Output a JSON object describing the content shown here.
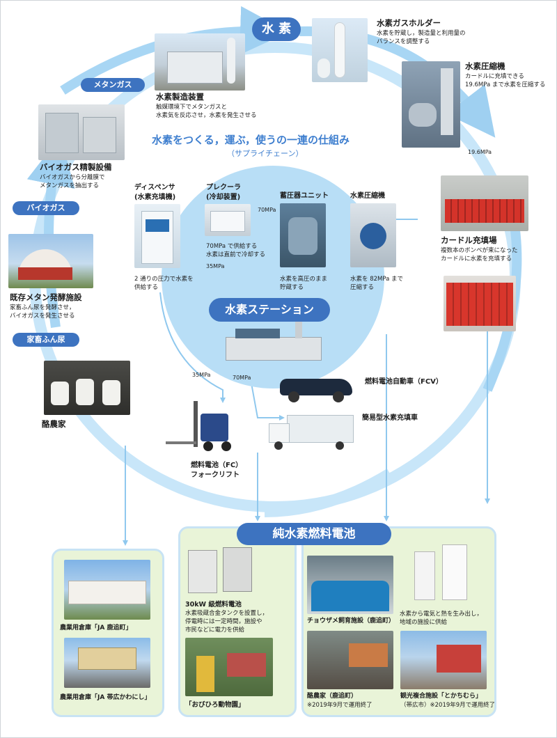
{
  "cycle": {
    "hydrogen_pill": "水 素",
    "headline": "水素をつくる，運ぶ，使うの一連の仕組み",
    "subline": "（サプライチェーン）"
  },
  "labels_left": {
    "methane_gas": "メタンガス",
    "biogas": "バイオガス",
    "livestock_manure": "家畜ふん尿"
  },
  "nodes": {
    "biogas_refinery": {
      "title": "バイオガス精製設備",
      "desc": [
        "バイオガスから分離膜で",
        "メタンガスを抽出する"
      ]
    },
    "hydrogen_production": {
      "title": "水素製造装置",
      "desc": [
        "触媒環境下でメタンガスと",
        "水素気を反応させ，水素を発生させる"
      ]
    },
    "gas_holder": {
      "title": "水素ガスホルダー",
      "desc": [
        "水素を貯蔵し，製造量と利用量の",
        "バランスを調整する"
      ]
    },
    "compressor_top": {
      "title": "水素圧縮機",
      "desc": [
        "カードルに充填できる",
        "19.6MPa まで水素を圧縮する"
      ]
    },
    "curdle_filling": {
      "title": "カードル充填場",
      "desc": [
        "複数本のボンベが束になった",
        "カードルに水素を充填する"
      ]
    },
    "methane_fermentation": {
      "title": "既存メタン発酵施設",
      "desc": [
        "家畜ふん尿を発酵させ，",
        "バイオガスを発生させる"
      ]
    },
    "dairy_farmer": {
      "title": "酪農家"
    },
    "dispenser": {
      "title": "ディスペンサ",
      "sub": "(水素充填機)",
      "desc": [
        "2 通りの圧力で水素を",
        "供給する"
      ]
    },
    "precooler": {
      "title": "プレクーラ",
      "sub": "(冷却装置)",
      "desc": [
        "70MPa で供給する",
        "水素は直前で冷却する"
      ]
    },
    "accumulator": {
      "title": "蓄圧器ユニット",
      "desc": [
        "水素を高圧のまま",
        "貯蔵する"
      ]
    },
    "compressor_station": {
      "title": "水素圧縮機",
      "desc": [
        "水素を 82MPa まで",
        "圧縮する"
      ]
    },
    "station": {
      "title": "水素ステーション"
    },
    "fcv": {
      "title": "燃料電池自動車（FCV）"
    },
    "simple_truck": {
      "title": "簡易型水素充填車"
    },
    "forklift": {
      "title": "燃料電池（FC）",
      "title2": "フォークリフト"
    }
  },
  "pressures": {
    "p196a": "19.6MPa",
    "p70a": "70MPa",
    "p35a": "35MPa",
    "p35b": "35MPa",
    "p70b": "70MPa"
  },
  "pure_fuel_cell": {
    "banner": "純水素燃料電池",
    "left_panel": {
      "item1": "農業用倉庫「JA 鹿追町」",
      "item2": "農業用倉庫「JA 帯広かわにし」"
    },
    "middle_panel": {
      "title": "30kW 級燃料電池",
      "desc": [
        "水素吸蔵合金タンクを設置し，",
        "停電時には一定時間，施設や",
        "市民などに電力を供給"
      ],
      "zoo": "「おびひろ動物園」"
    },
    "right_panel": {
      "sturgeon": "チョウザメ飼育施設（鹿追町）",
      "supply": [
        "水素から電気と熱を生み出し，",
        "地域の施設に供給"
      ],
      "farmer": "酪農家（鹿追町）",
      "farmer_note": "※2019年9月で運用終了",
      "tokachimura": "観光複合施設「とかちむら」",
      "tokachimura_note": "（帯広市）※2019年9月で運用終了"
    }
  },
  "colors": {
    "accent_blue": "#3d73c0",
    "ring_blue": "#bfe1f7",
    "panel_green": "#e9f4d8",
    "headline_blue": "#3f7fcf"
  }
}
